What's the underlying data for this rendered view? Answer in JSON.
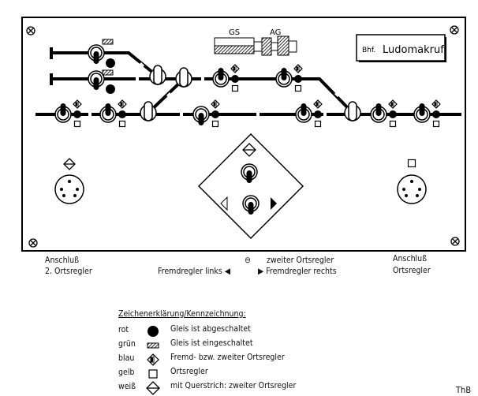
{
  "panel": {
    "connector_labels": [
      "GS",
      "AG"
    ],
    "station_prefix": "Bhf.",
    "station_name": "Ludomakruf"
  },
  "captions": {
    "left_socket": [
      "Anschluß",
      "2. Ortsregler"
    ],
    "foreign_left": "Fremdregler links",
    "second_local": "zweiter Ortsregler",
    "foreign_right": "Fremdregler rechts",
    "right_socket": [
      "Anschluß",
      "Ortsregler"
    ]
  },
  "legend": {
    "title": "Zeichenerklärung/Kennzeichnung:",
    "items": [
      {
        "color": "rot",
        "symbol": "filled-circle",
        "text": "Gleis ist abgeschaltet"
      },
      {
        "color": "grün",
        "symbol": "hatched-rect",
        "text": "Gleis ist eingeschaltet"
      },
      {
        "color": "blau",
        "symbol": "split-diamond",
        "text": "Fremd- bzw. zweiter Ortsregler"
      },
      {
        "color": "gelb",
        "symbol": "square",
        "text": "Ortsregler"
      },
      {
        "color": "weiß",
        "symbol": "barred-diamond",
        "text": "mit Querstrich: zweiter Ortsregler"
      }
    ]
  },
  "signature": "ThB"
}
